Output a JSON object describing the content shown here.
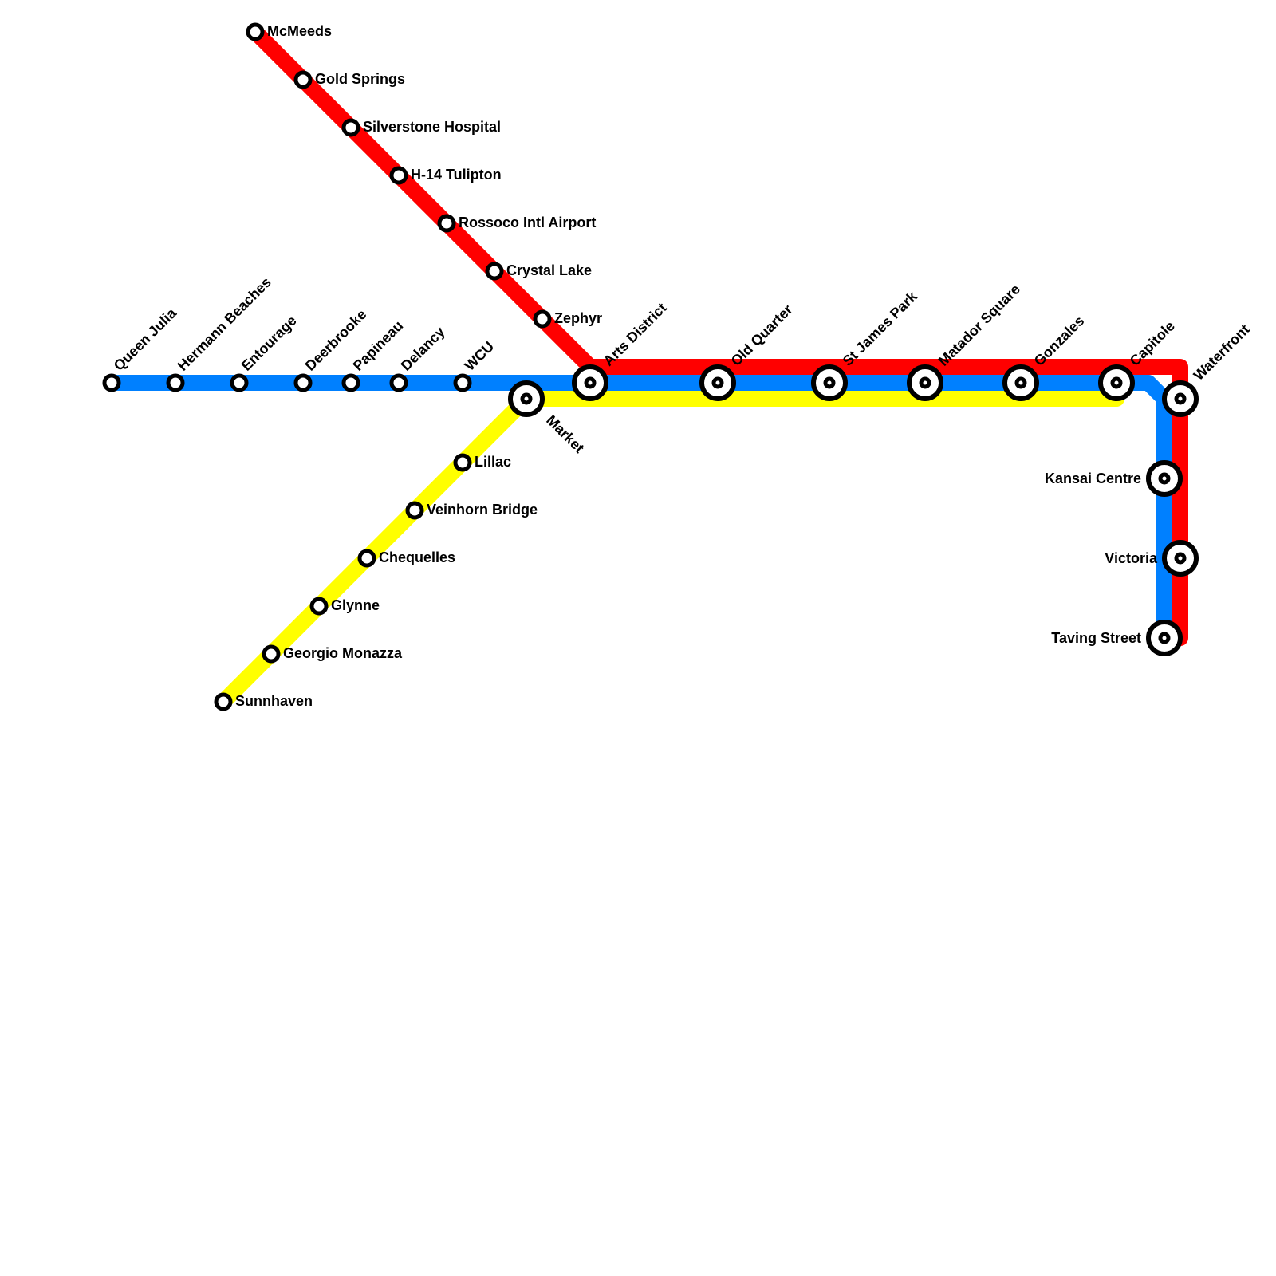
{
  "colors": {
    "red_line": "#ff0000",
    "blue_line": "#0080ff",
    "yellow_line": "#ffff00",
    "station_fill": "#ffffff",
    "station_stroke": "#000000",
    "label": "#000000",
    "background": "#ffffff"
  },
  "lines": [
    {
      "id": "red",
      "color": "#ff0000"
    },
    {
      "id": "blue",
      "color": "#0080ff"
    },
    {
      "id": "yellow",
      "color": "#ffff00"
    }
  ],
  "stations": {
    "mcmeeds": "McMeeds",
    "gold_springs": "Gold Springs",
    "silverstone_hospital": "Silverstone Hospital",
    "h14_tulipton": "H-14 Tulipton",
    "rossoco_intl_airport": "Rossoco Intl Airport",
    "crystal_lake": "Crystal Lake",
    "zephyr": "Zephyr",
    "queen_julia": "Queen Julia",
    "hermann_beaches": "Hermann Beaches",
    "entourage": "Entourage",
    "deerbrooke": "Deerbrooke",
    "papineau": "Papineau",
    "delancy": "Delancy",
    "wcu": "WCU",
    "market": "Market",
    "arts_district": "Arts District",
    "old_quarter": "Old Quarter",
    "st_james_park": "St James Park",
    "matador_square": "Matador Square",
    "gonzales": "Gonzales",
    "capitole": "Capitole",
    "waterfront": "Waterfront",
    "kansai_centre": "Kansai Centre",
    "victoria": "Victoria",
    "taving_street": "Taving Street",
    "lillac": "Lillac",
    "veinhorn_bridge": "Veinhorn Bridge",
    "chequelles": "Chequelles",
    "glynne": "Glynne",
    "georgio_monazza": "Georgio Monazza",
    "sunnhaven": "Sunnhaven"
  }
}
